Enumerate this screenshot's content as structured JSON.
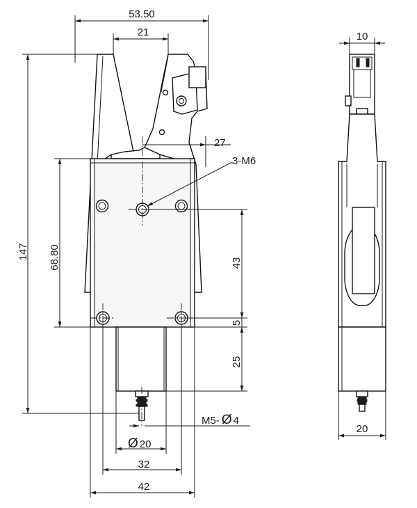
{
  "drawing": {
    "front_view": {
      "dimensions": {
        "width_jaws": "53.50",
        "jaw_gap": "21",
        "jaw_offset": "27",
        "thread": "3-M6",
        "total_height": "147",
        "body_height": "68.80",
        "hole_spacing_vertical": "43",
        "hole_to_bottom": "5",
        "cylinder_length": "25",
        "port_prefix": "M5-",
        "port_diameter": "4",
        "cylinder_diameter": "20",
        "hole_spacing_horizontal": "32",
        "body_width": "42"
      },
      "diameter_symbol": "Ø"
    },
    "side_view": {
      "dimensions": {
        "jaw_thickness": "10",
        "body_thickness": "20"
      }
    }
  }
}
